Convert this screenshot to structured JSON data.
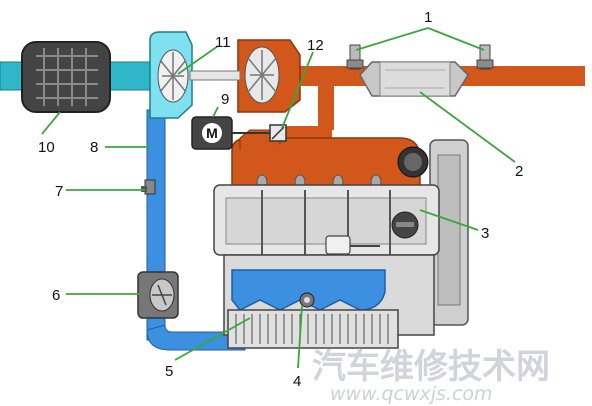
{
  "colors": {
    "exhaust": "#d2571b",
    "intake": "#3d8fe0",
    "compressor_housing": "#7fe0f0",
    "engine_block": "#d9d9d9",
    "leader_line": "#39a83a",
    "watermark": "#c9ccd8"
  },
  "labels": {
    "n1": "1",
    "n2": "2",
    "n3": "3",
    "n4": "4",
    "n5": "5",
    "n6": "6",
    "n7": "7",
    "n8": "8",
    "n9": "9",
    "n10": "10",
    "n11": "11",
    "n12": "12"
  },
  "actuator_letter": "M",
  "watermark": {
    "chinese": "汽车维修技术网",
    "url": "www.qcwxjs.com"
  }
}
